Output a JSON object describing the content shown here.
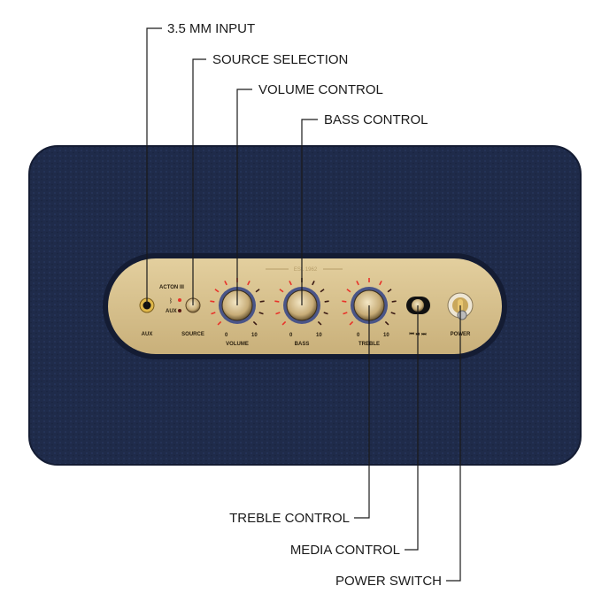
{
  "callouts": {
    "input": "3.5 MM INPUT",
    "source": "SOURCE SELECTION",
    "volume": "VOLUME CONTROL",
    "bass": "BASS CONTROL",
    "treble": "TREBLE CONTROL",
    "media": "MEDIA CONTROL",
    "power": "POWER SWITCH"
  },
  "panel": {
    "brand": "ESt. 1962",
    "model": "ACTON III",
    "aux_indicator": "AUX",
    "aux": "AUX",
    "source": "SOURCE",
    "volume": "VOLUME",
    "bass": "BASS",
    "treble": "TREBLE",
    "power": "POWER",
    "media_symbols": "⏮ ⏯ ⏭",
    "scale_min": "0",
    "scale_max": "10"
  },
  "colors": {
    "body": "#1f2b4a",
    "panel": "#d8c28f",
    "led_active": "#e8332a",
    "led_inactive": "#3a1a14"
  },
  "levels": {
    "volume": 7,
    "bass": 5,
    "treble": 7
  }
}
